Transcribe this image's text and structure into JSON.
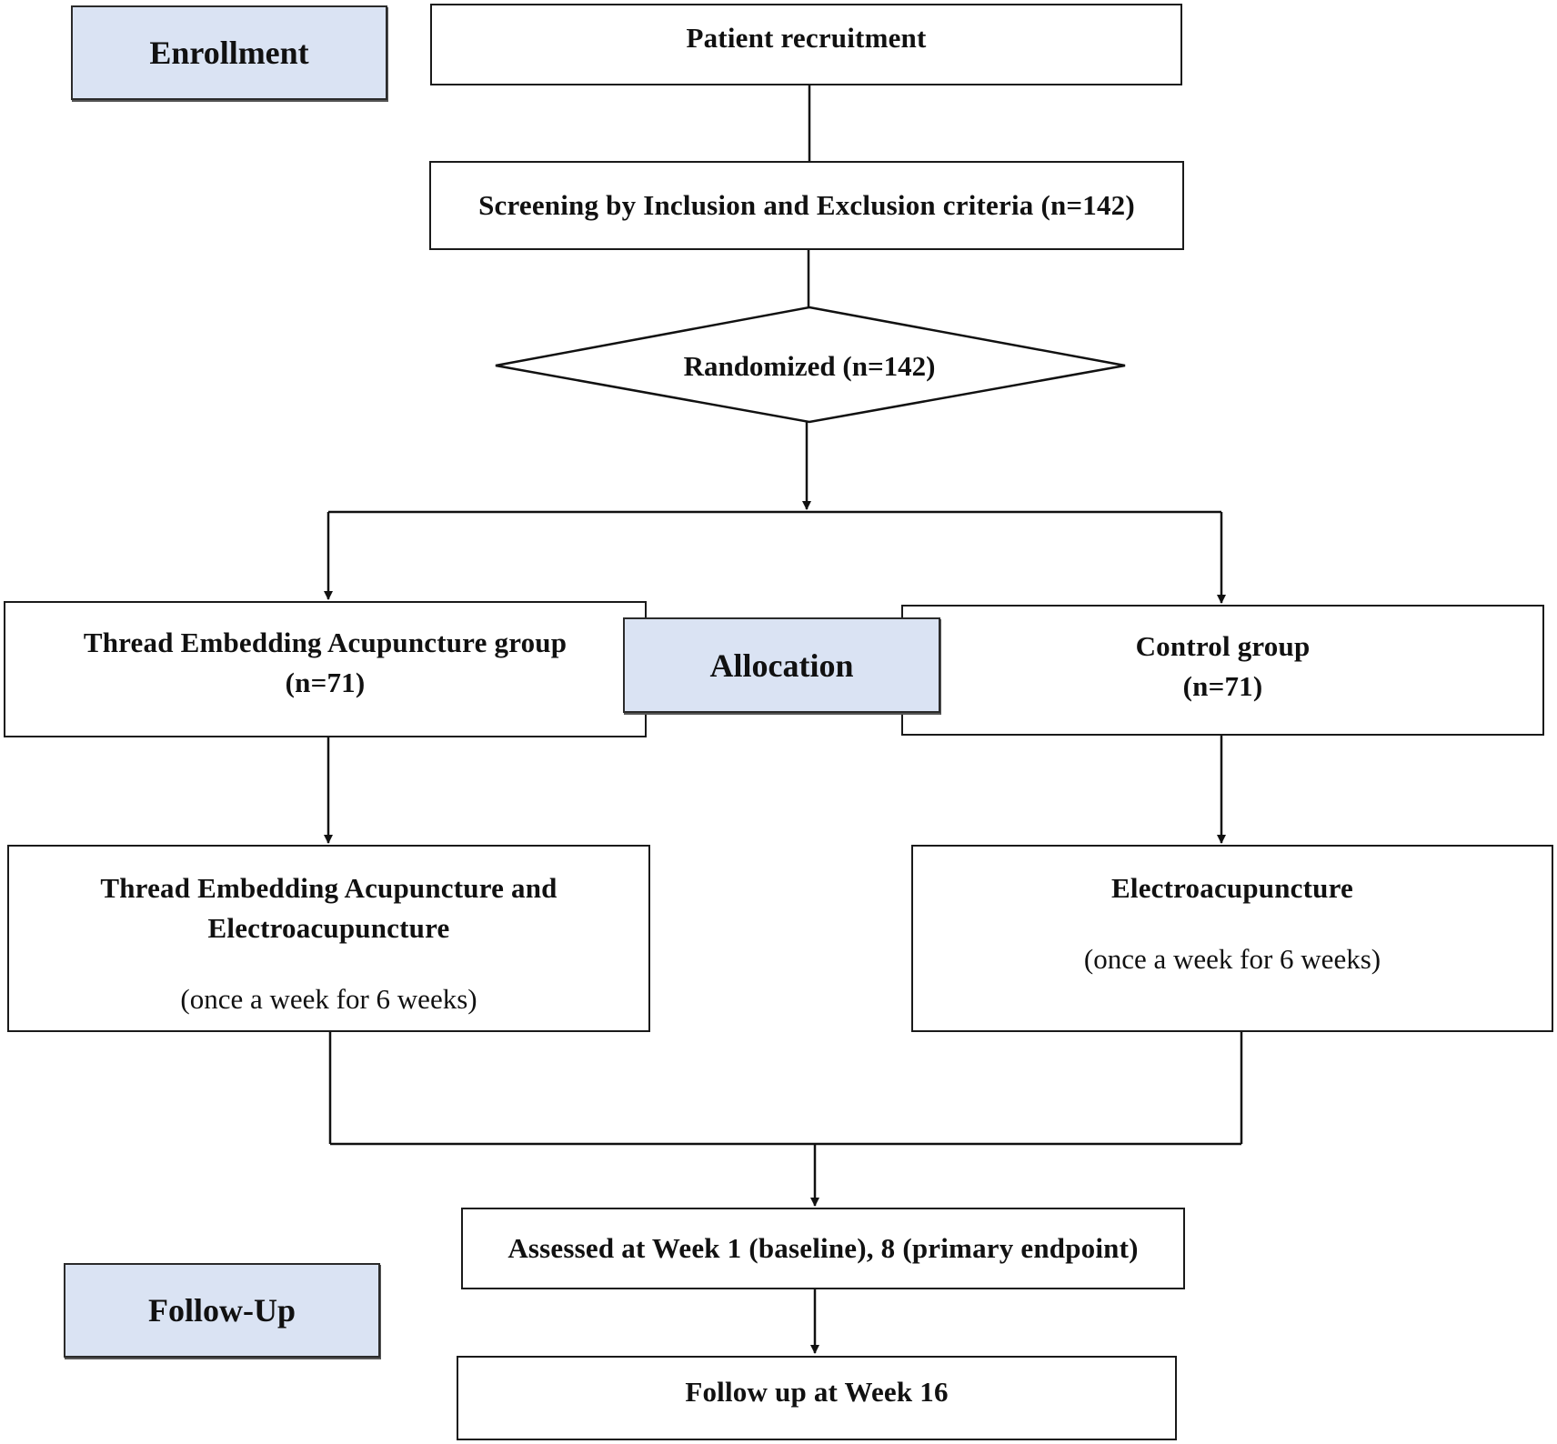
{
  "phases": {
    "enrollment": "Enrollment",
    "allocation": "Allocation",
    "follow_up": "Follow-Up"
  },
  "nodes": {
    "recruitment": "Patient recruitment",
    "screening": "Screening by Inclusion and Exclusion criteria (n=142)",
    "randomized": "Randomized (n=142)",
    "tea_group": {
      "title": "Thread Embedding Acupuncture group",
      "n": "(n=71)"
    },
    "control_group": {
      "title": "Control group",
      "n": "(n=71)"
    },
    "tea_treatment": {
      "line1": "Thread Embedding Acupuncture and",
      "line2": "Electroacupuncture",
      "schedule": "(once a week for 6 weeks)"
    },
    "control_treatment": {
      "title": "Electroacupuncture",
      "schedule": "(once a week for 6 weeks)"
    },
    "assessment": "Assessed at Week 1 (baseline), 8 (primary endpoint)",
    "follow_up": "Follow up at Week 16"
  }
}
